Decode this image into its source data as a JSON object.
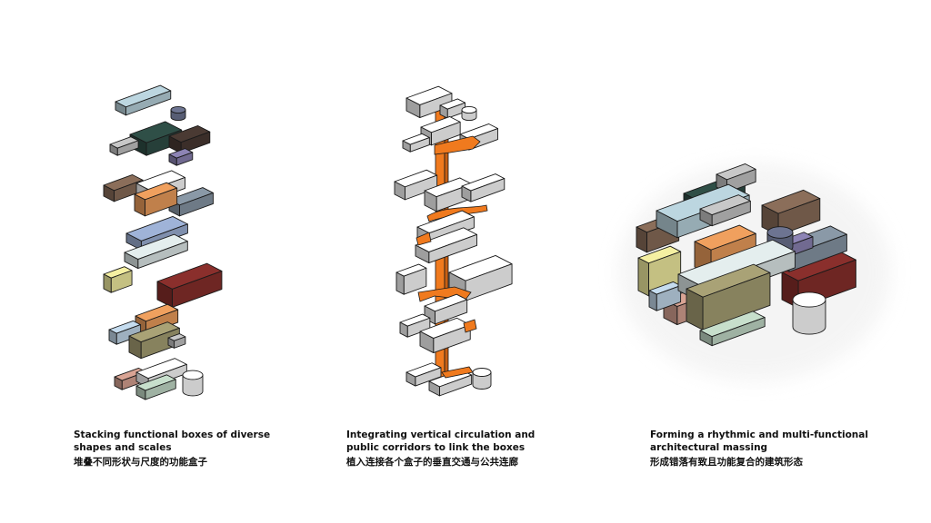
{
  "captions": [
    {
      "en": "Stacking functional boxes of diverse shapes and scales",
      "zh": "堆叠不同形状与尺度的功能盒子"
    },
    {
      "en": "Integrating vertical circulation and public corridors to link the boxes",
      "zh": "植入连接各个盒子的垂直交通与公共连廊"
    },
    {
      "en": "Forming a rhythmic and multi-functional architectural massing",
      "zh": "形成错落有致且功能复合的建筑形态"
    }
  ],
  "colors": {
    "circulation": "#f07a1e",
    "outline": "#1a1a1a",
    "white_box": "#ffffff",
    "light_blue": "#bcd6e0",
    "dark_teal": "#2f4f47",
    "dark_brown": "#4a3a33",
    "slate_blue": "#6d7491",
    "lavender": "#8d84b5",
    "grey": "#c8c8c8",
    "tan_brown": "#8b6e5a",
    "orange": "#f0a05e",
    "blue_grey": "#8a99a7",
    "periwinkle": "#9fb3d8",
    "pale_mint": "#e4eeee",
    "yellow": "#f5f0a2",
    "maroon": "#8a2f2c",
    "olive": "#a9a276",
    "sky_blue": "#c5dcef",
    "salmon": "#d9a494",
    "mint_green": "#c7dfcc"
  }
}
